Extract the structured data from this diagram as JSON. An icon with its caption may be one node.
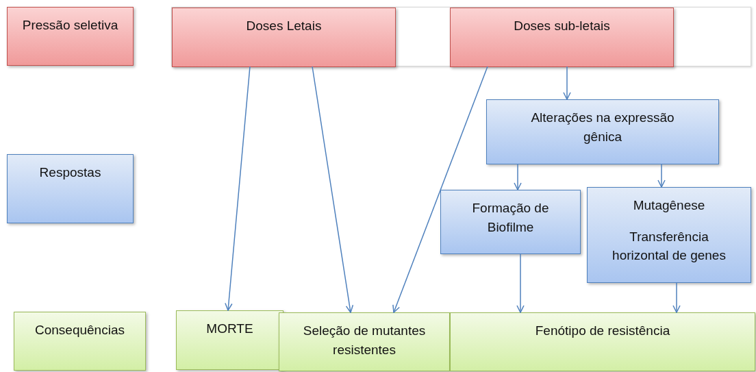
{
  "diagram": {
    "nodes": [
      {
        "text": [
          "Pressão seletiva"
        ]
      },
      {
        "text": [],
        "shape": "box"
      },
      {
        "text": [
          "Doses Letais"
        ],
        "in": 1
      },
      {
        "text": [
          "Doses sub-letais"
        ],
        "in": 1
      },
      {
        "text": [
          "Respostas"
        ]
      },
      {
        "text": [
          "Alterações na expressão gênica"
        ]
      },
      {
        "text": [
          "Formação de Biofilme"
        ]
      },
      {
        "text": [
          "Mutagênese",
          "Transferência horizontal de genes"
        ]
      },
      {
        "text": [
          "Consequências"
        ]
      },
      {
        "text": [
          "MORTE"
        ]
      },
      {
        "text": [
          "Seleção de mutantes resistentes"
        ]
      },
      {
        "text": [
          "Fenótipo de resistência"
        ]
      }
    ],
    "edges": [
      {
        "from": 2,
        "to": 9,
        "arrow": "to"
      },
      {
        "from": 2,
        "to": 10,
        "arrow": "to"
      },
      {
        "from": 3,
        "to": 10,
        "arrow": "to"
      },
      {
        "from": 3,
        "to": 5,
        "arrow": "to"
      },
      {
        "from": 5,
        "to": 6,
        "arrow": "to"
      },
      {
        "from": 5,
        "to": 7,
        "arrow": "to"
      },
      {
        "from": 6,
        "to": 11,
        "arrow": "to"
      },
      {
        "from": 7,
        "to": 11,
        "arrow": "to"
      }
    ]
  }
}
